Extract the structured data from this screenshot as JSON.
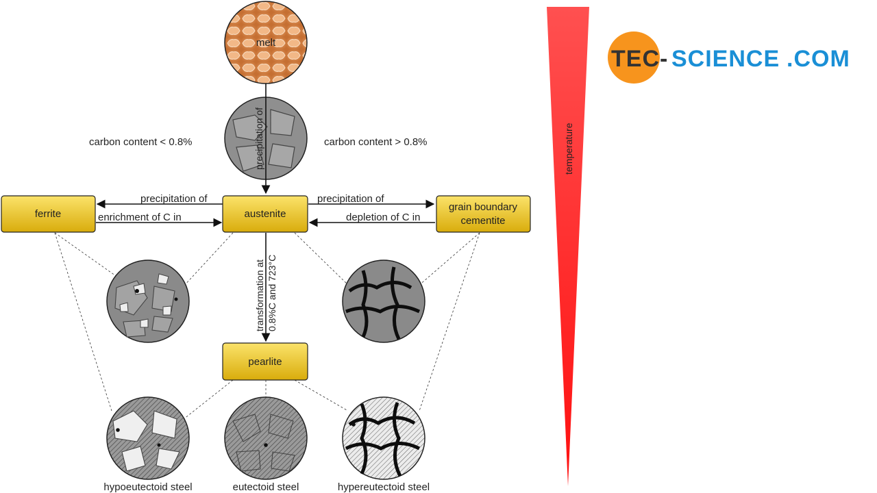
{
  "nodes": {
    "melt": "melt",
    "austenite": "austenite",
    "ferrite": "ferrite",
    "cementite_line1": "grain boundary",
    "cementite_line2": "cementite",
    "pearlite": "pearlite"
  },
  "edges": {
    "precip_vertical": "precipitation of",
    "left_top": "precipitation of",
    "left_bottom": "enrichment of C in",
    "right_top": "precipitation of",
    "right_bottom": "depletion of C in",
    "transform_line1": "transformation at",
    "transform_line2": "0.8%C and 723°C"
  },
  "conditions": {
    "low_carbon": "carbon content < 0.8%",
    "high_carbon": "carbon content > 0.8%"
  },
  "captions": {
    "hypo": "hypoeutectoid steel",
    "eutectoid": "eutectoid steel",
    "hyper": "hypereutectoid steel"
  },
  "temperature_label": "temperature",
  "logo": {
    "part1": "TEC-",
    "part2": "SCIENCE",
    "part3": ".COM"
  },
  "colors": {
    "box_fill": "#e8c21a",
    "temperature_red": "#ff2a2a",
    "logo_orange": "#f7941d",
    "logo_blue": "#1a8fd6"
  }
}
